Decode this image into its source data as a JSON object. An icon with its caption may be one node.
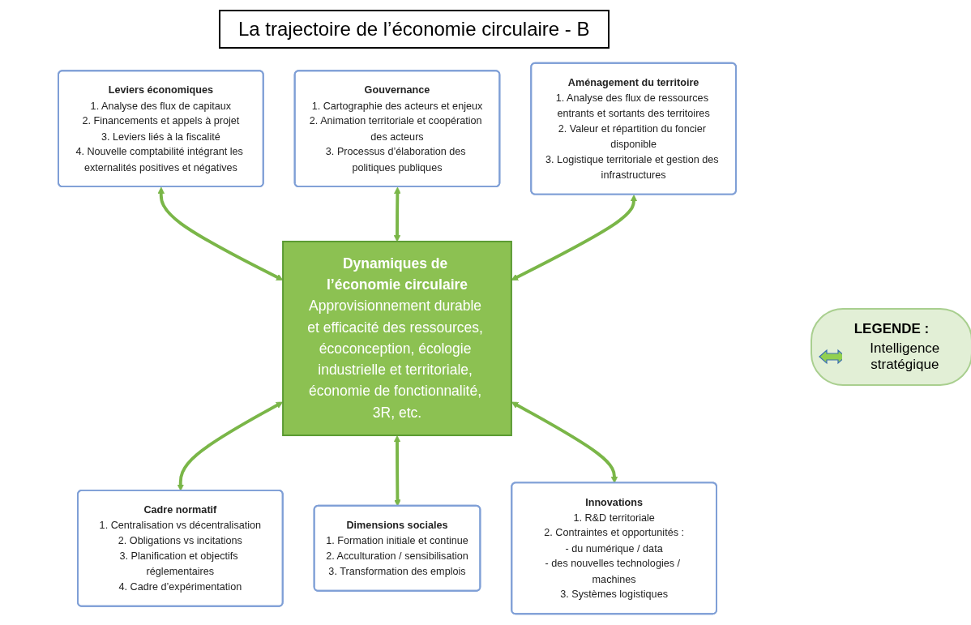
{
  "diagram": {
    "title": "La trajectoire de l’économie circulaire - B",
    "nodes": [
      {
        "text": [
          "Leviers économiques",
          "1. Analyse des flux de capitaux",
          "2. Financements et appels à projet",
          "3. Leviers liés à la fiscalité",
          "4. Nouvelle comptabilité intégrant les externalités positives et négatives"
        ]
      },
      {
        "text": [
          "Gouvernance",
          "1. Cartographie des acteurs et enjeux",
          "2. Animation territoriale et coopération des acteurs",
          "3. Processus d’élaboration des politiques publiques"
        ]
      },
      {
        "text": [
          "Aménagement du territoire",
          "1. Analyse des flux de ressources entrants et sortants des territoires",
          "2. Valeur et répartition du foncier disponible",
          "3. Logistique territoriale et gestion des infrastructures"
        ]
      },
      {
        "text": [
          "Dynamiques de l’économie circulaire",
          "Approvisionnement durable et efficacité des ressources, écoconception, écologie industrielle et territoriale, économie de fonctionnalité, 3R, etc."
        ]
      },
      {
        "text": [
          "Cadre normatif",
          "1. Centralisation vs décentralisation",
          "2. Obligations vs incitations",
          "3. Planification et objectifs réglementaires",
          "4. Cadre d’expérimentation"
        ]
      },
      {
        "text": [
          "Dimensions sociales",
          "1. Formation initiale et continue",
          "2. Acculturation / sensibilisation",
          "3. Transformation des emplois"
        ]
      },
      {
        "text": [
          "Innovations",
          "1. R&D territoriale",
          "2. Contraintes et opportunités :",
          "- du numérique / data",
          "- des nouvelles technologies / machines",
          "3. Systèmes logistiques"
        ]
      }
    ],
    "edges": [
      {
        "from": 0,
        "to": 3,
        "arrow": "both"
      },
      {
        "from": 1,
        "to": 3,
        "arrow": "both"
      },
      {
        "from": 2,
        "to": 3,
        "arrow": "both"
      },
      {
        "from": 3,
        "to": 4,
        "arrow": "both"
      },
      {
        "from": 3,
        "to": 5,
        "arrow": "both"
      },
      {
        "from": 3,
        "to": 6,
        "arrow": "both"
      }
    ],
    "labels": [
      "LEGENDE :"
    ],
    "legend": [
      {
        "text": "Intelligence stratégique"
      }
    ]
  }
}
